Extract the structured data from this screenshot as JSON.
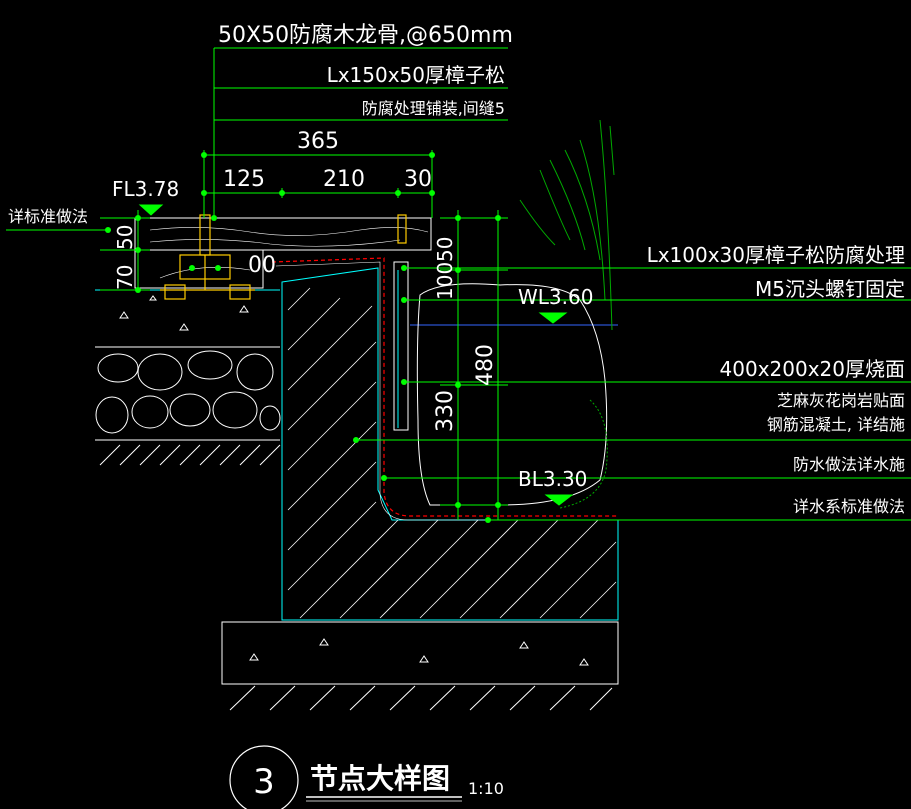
{
  "labels": {
    "keel": "50X50防腐木龙骨,@650mm",
    "board": "Lx150x50厚樟子松",
    "board_treat": "防腐处理铺装,间缝5",
    "see_std": "详标准做法",
    "fl": "FL3.78",
    "side_board": "Lx100x30厚樟子松防腐处理",
    "screw": "M5沉头螺钉固定",
    "wl": "WL3.60",
    "granite_size": "400x200x20厚烧面",
    "granite": "芝麻灰花岗岩贴面",
    "concrete": "钢筋混凝土, 详结施",
    "waterproof": "防水做法详水施",
    "water_sys": "详水系标准做法",
    "bl": "BL3.30",
    "detail_no": "3",
    "detail_title": "节点大样图",
    "scale": "1:10"
  },
  "dims": {
    "d365": "365",
    "d125": "125",
    "d210": "210",
    "d30": "30",
    "d50a": "50",
    "d70": "70",
    "d50b": "50",
    "d100": "100",
    "d480": "480",
    "d330": "330",
    "d00": "00"
  },
  "colors": {
    "background": "#000000",
    "lines": "#ffffff",
    "dims": "#00ff00",
    "structure": "#00ffff",
    "waterproof": "#ff0000",
    "hardware": "#ffcc00",
    "plant": "#00aa00"
  }
}
